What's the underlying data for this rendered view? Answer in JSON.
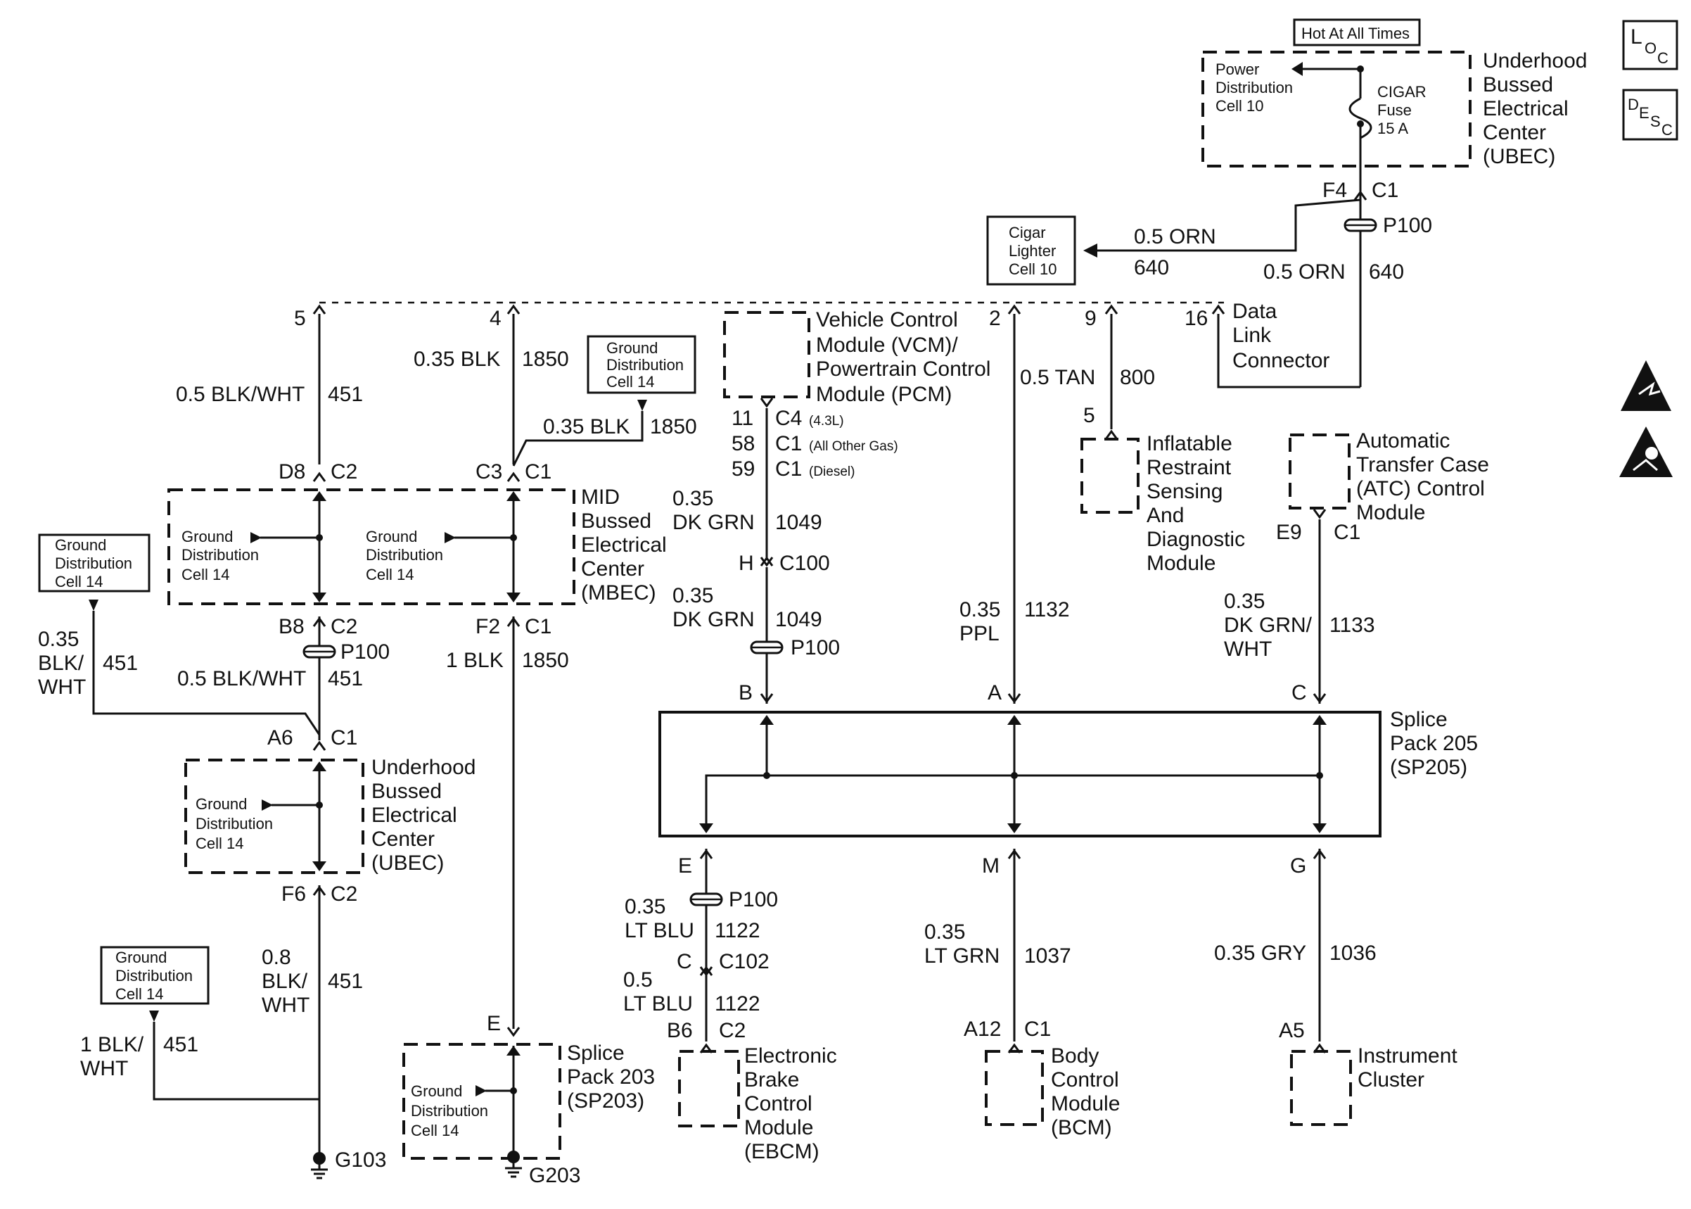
{
  "labels": {
    "hot_at_all_times": "Hot At All Times",
    "pdc_1": "Power",
    "pdc_2": "Distribution",
    "pdc_3": "Cell 10",
    "cigar_1": "CIGAR",
    "cigar_2": "Fuse",
    "cigar_3": "15 A",
    "ubec_top_1": "Underhood",
    "ubec_top_2": "Bussed",
    "ubec_top_3": "Electrical",
    "ubec_top_4": "Center",
    "ubec_top_5": "(UBEC)",
    "loc_main": "L",
    "loc_sub": "O",
    "loc_sub2": "C",
    "desc_main": "D",
    "desc_sub": "E",
    "desc_sub2": "S",
    "desc_sub3": "C",
    "f4": "F4",
    "c1_f4": "C1",
    "p100_top": "P100",
    "wire_orn_1": "0.5 ORN",
    "circuit_640_1": "640",
    "wire_orn_2": "0.5 ORN",
    "circuit_640_2": "640",
    "cigar_lighter_1": "Cigar",
    "cigar_lighter_2": "Lighter",
    "cigar_lighter_3": "Cell 10",
    "pin_5": "5",
    "pin_4": "4",
    "pin_2": "2",
    "pin_9": "9",
    "pin_16": "16",
    "dlc_1": "Data",
    "dlc_2": "Link",
    "dlc_3": "Connector",
    "wire_blk_wht_05": "0.5 BLK/WHT",
    "circuit_451_a": "451",
    "wire_blk_035": "0.35 BLK",
    "circuit_1850_a": "1850",
    "gd_top_1": "Ground",
    "gd_top_2": "Distribution",
    "gd_top_3": "Cell 14",
    "wire_blk_035_b": "0.35 BLK",
    "circuit_1850_b": "1850",
    "vcm_1": "Vehicle Control",
    "vcm_2": "Module (VCM)/",
    "vcm_3": "Powertrain Control",
    "vcm_4": "Module (PCM)",
    "pin_11": "11",
    "c4": "C4",
    "c4_note": "(4.3L)",
    "pin_58": "58",
    "c1_gas": "C1",
    "c1_gas_note": "(All Other Gas)",
    "pin_59": "59",
    "c1_diesel": "C1",
    "c1_diesel_note": "(Diesel)",
    "wire_tan": "0.5 TAN",
    "circuit_800": "800",
    "pin_5_irs": "5",
    "irs_1": "Inflatable",
    "irs_2": "Restraint",
    "irs_3": "Sensing",
    "irs_4": "And",
    "irs_5": "Diagnostic",
    "irs_6": "Module",
    "atc_1": "Automatic",
    "atc_2": "Transfer Case",
    "atc_3": "(ATC) Control",
    "atc_4": "Module",
    "d8": "D8",
    "c2_d8": "C2",
    "c3": "C3",
    "c1_c3": "C1",
    "mbec_1": "MID",
    "mbec_2": "Bussed",
    "mbec_3": "Electrical",
    "mbec_4": "Center",
    "mbec_5": "(MBEC)",
    "gd_m1_1": "Ground",
    "gd_m1_2": "Distribution",
    "gd_m1_3": "Cell 14",
    "gd_m2_1": "Ground",
    "gd_m2_2": "Distribution",
    "gd_m2_3": "Cell 14",
    "wire_dkgrn_a1": "0.35",
    "wire_dkgrn_a2": "DK GRN",
    "circuit_1049_a": "1049",
    "h": "H",
    "c100": "C100",
    "wire_dkgrn_b1": "0.35",
    "wire_dkgrn_b2": "DK GRN",
    "circuit_1049_b": "1049",
    "e9": "E9",
    "c1_e9": "C1",
    "gd_left_1": "Ground",
    "gd_left_2": "Distribution",
    "gd_left_3": "Cell 14",
    "b8": "B8",
    "c2_b8": "C2",
    "f2": "F2",
    "c1_f2": "C1",
    "p100_b8": "P100",
    "wire_035_blkwht_1": "0.35",
    "wire_035_blkwht_2": "BLK/",
    "wire_035_blkwht_3": "WHT",
    "circuit_451_b": "451",
    "wire_05_blkwht": "0.5 BLK/WHT",
    "circuit_451_c": "451",
    "wire_1blk": "1 BLK",
    "circuit_1850_c": "1850",
    "p100_b": "P100",
    "wire_ppl_1": "0.35",
    "wire_ppl_2": "PPL",
    "circuit_1132": "1132",
    "wire_dkgrnwht_1": "0.35",
    "wire_dkgrnwht_2": "DK GRN/",
    "wire_dkgrnwht_3": "WHT",
    "circuit_1133": "1133",
    "pin_b": "B",
    "pin_a": "A",
    "pin_c": "C",
    "sp205_1": "Splice",
    "sp205_2": "Pack 205",
    "sp205_3": "(SP205)",
    "a6": "A6",
    "c1_a6": "C1",
    "ubec_low_1": "Underhood",
    "ubec_low_2": "Bussed",
    "ubec_low_3": "Electrical",
    "ubec_low_4": "Center",
    "ubec_low_5": "(UBEC)",
    "gd_u_1": "Ground",
    "gd_u_2": "Distribution",
    "gd_u_3": "Cell 14",
    "f6": "F6",
    "c2_f6": "C2",
    "pin_e": "E",
    "pin_m": "M",
    "pin_g": "G",
    "p100_e": "P100",
    "wire_ltblu_a1": "0.35",
    "wire_ltblu_a2": "LT BLU",
    "circuit_1122_a": "1122",
    "pin_c_c102": "C",
    "c102": "C102",
    "wire_ltblu_b1": "0.5",
    "wire_ltblu_b2": "LT BLU",
    "circuit_1122_b": "1122",
    "wire_ltgrn_1": "0.35",
    "wire_ltgrn_2": "LT GRN",
    "circuit_1037": "1037",
    "wire_gry": "0.35 GRY",
    "circuit_1036": "1036",
    "gd_bl_1": "Ground",
    "gd_bl_2": "Distribution",
    "gd_bl_3": "Cell 14",
    "wire_08_1": "0.8",
    "wire_08_2": "BLK/",
    "wire_08_3": "WHT",
    "circuit_451_d": "451",
    "wire_1blkwht_1": "1 BLK/",
    "wire_1blkwht_2": "WHT",
    "circuit_451_e": "451",
    "pin_e_sp203": "E",
    "sp203_1": "Splice",
    "sp203_2": "Pack 203",
    "sp203_3": "(SP203)",
    "gd_sp_1": "Ground",
    "gd_sp_2": "Distribution",
    "gd_sp_3": "Cell 14",
    "b6": "B6",
    "c2_b6": "C2",
    "a12": "A12",
    "c1_a12": "C1",
    "a5": "A5",
    "ebcm_1": "Electronic",
    "ebcm_2": "Brake",
    "ebcm_3": "Control",
    "ebcm_4": "Module",
    "ebcm_5": "(EBCM)",
    "bcm_1": "Body",
    "bcm_2": "Control",
    "bcm_3": "Module",
    "bcm_4": "(BCM)",
    "ic_1": "Instrument",
    "ic_2": "Cluster",
    "g103": "G103",
    "g203": "G203"
  },
  "icons": [
    "loc-icon",
    "desc-icon",
    "esd-warning-icon",
    "airbag-warning-icon",
    "fuse-icon",
    "ground-icon",
    "connector-icon"
  ]
}
